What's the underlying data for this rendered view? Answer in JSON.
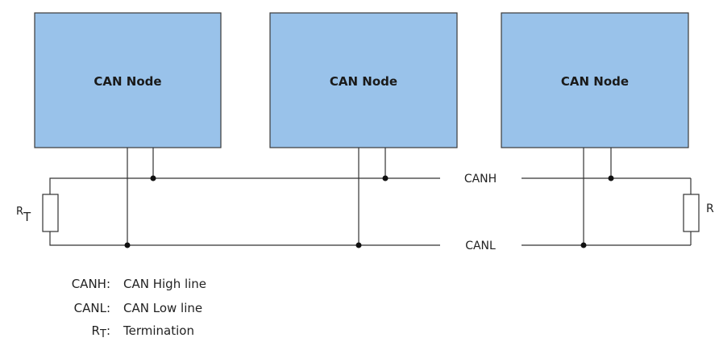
{
  "nodes": [
    {
      "label": "CAN Node"
    },
    {
      "label": "CAN Node"
    },
    {
      "label": "CAN Node"
    }
  ],
  "bus": {
    "high_label": "CANH",
    "low_label": "CANL"
  },
  "resistors": {
    "left_main": "R",
    "left_sub": "T",
    "right_main": "R"
  },
  "legend": [
    {
      "key": "CANH:",
      "value": "CAN High line"
    },
    {
      "key": "CANL:",
      "value": "CAN Low line"
    },
    {
      "key_main": "R",
      "key_sub": "T",
      "key_suffix": ":",
      "value": "Termination"
    }
  ],
  "colors": {
    "node_fill": "#99c2ea",
    "node_border": "#3a3a3a",
    "wire": "#333333"
  }
}
